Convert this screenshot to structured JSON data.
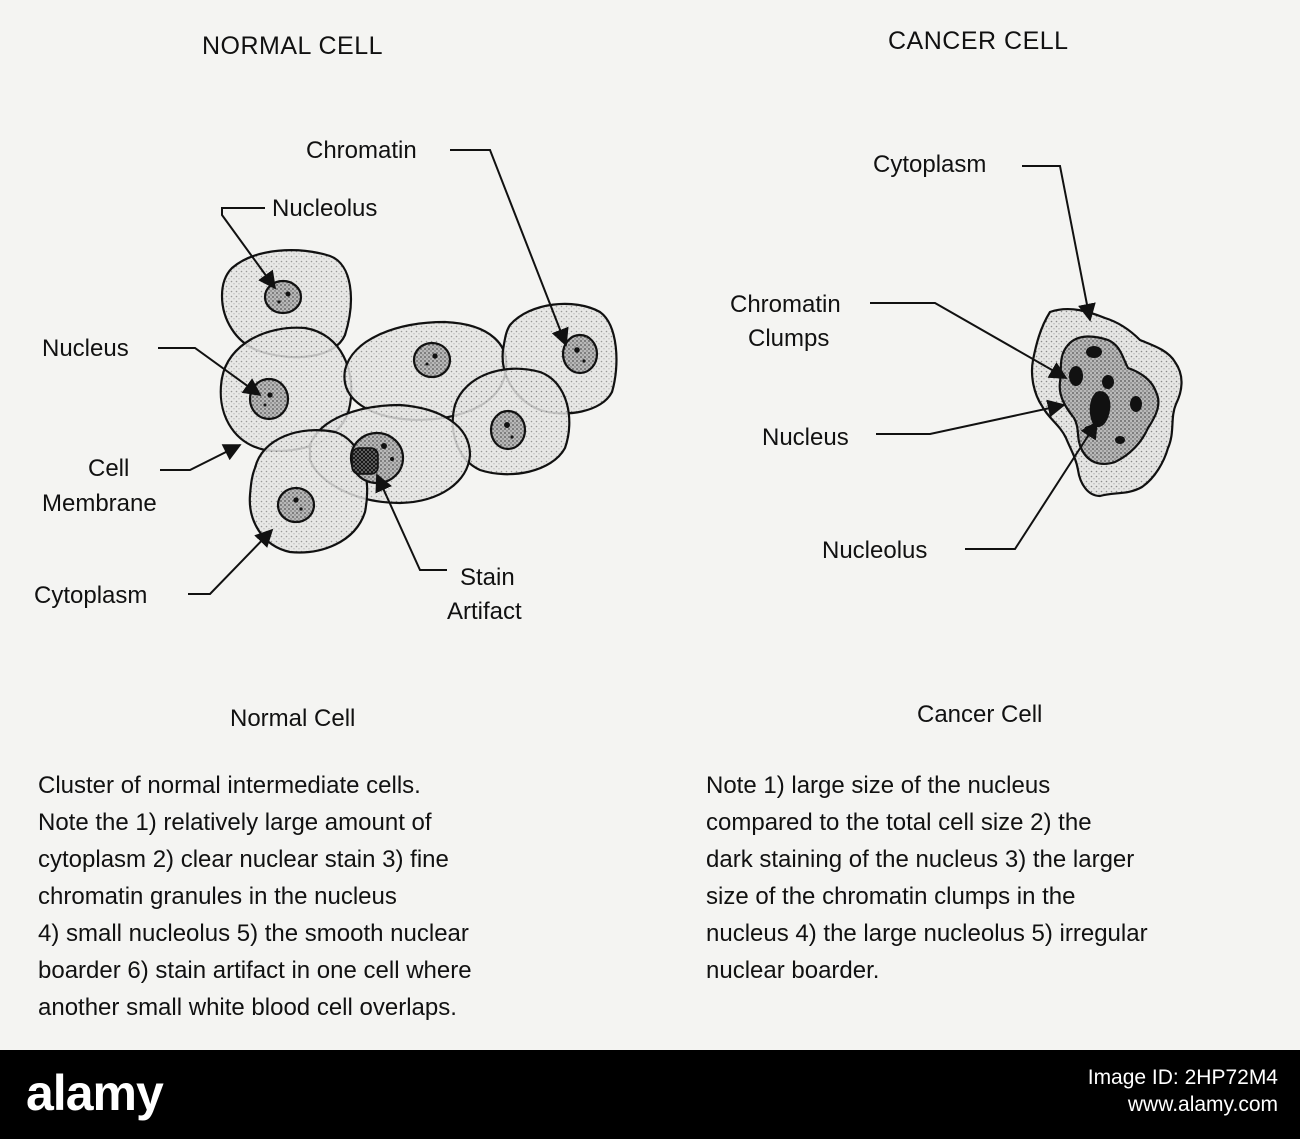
{
  "normal_cell": {
    "title": "NORMAL CELL",
    "labels": {
      "chromatin": "Chromatin",
      "nucleolus": "Nucleolus",
      "nucleus": "Nucleus",
      "cell_membrane_1": "Cell",
      "cell_membrane_2": "Membrane",
      "cytoplasm": "Cytoplasm",
      "stain_artifact_1": "Stain",
      "stain_artifact_2": "Artifact"
    },
    "caption": "Normal Cell",
    "description": [
      "Cluster of normal intermediate cells.",
      "Note the 1)  relatively large amount of",
      "cytoplasm 2)  clear nuclear stain 3)  fine",
      "chromatin granules in the nucleus",
      "4)  small nucleolus 5)  the smooth nuclear",
      "boarder 6)  stain artifact in one cell where",
      "another small white blood cell overlaps."
    ]
  },
  "cancer_cell": {
    "title": "CANCER CELL",
    "labels": {
      "cytoplasm": "Cytoplasm",
      "chromatin_clumps_1": "Chromatin",
      "chromatin_clumps_2": "Clumps",
      "nucleus": "Nucleus",
      "nucleolus": "Nucleolus"
    },
    "caption": "Cancer Cell",
    "description": [
      "Note 1)  large size of the nucleus",
      "compared to the total cell size 2)  the",
      "dark staining of the nucleus 3)  the larger",
      "size of the chromatin clumps in the",
      "nucleus 4)  the large nucleolus 5) irregular",
      "nuclear boarder."
    ]
  },
  "watermark": {
    "brand": "alamy",
    "image_id_1": "Image ID: 2HP72M4",
    "image_id_2": "www.alamy.com"
  },
  "colors": {
    "background": "#f4f4f2",
    "ink": "#111111",
    "cytoplasm_fill": "#dcdcdc",
    "nucleus_fill": "#a9a9a9",
    "footer": "#000000"
  }
}
